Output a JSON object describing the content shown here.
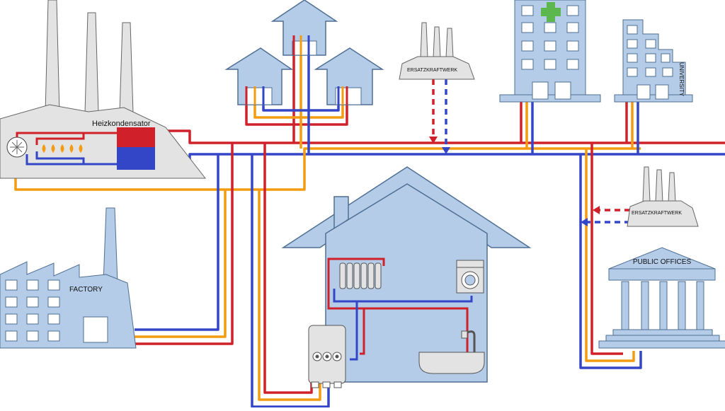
{
  "labels": {
    "condenser": "Heizkondensator",
    "reserve_plant_top": "ERSATZKRAFTWERK",
    "reserve_plant_right": "ERSATZKRAFTWERK",
    "factory": "FACTORY",
    "university": "UNIVERSITY",
    "public_offices": "PUBLIC OFFICES"
  },
  "colors": {
    "supply": "#d0202a",
    "return": "#3346c8",
    "hot_water": "#f39c12",
    "building": "#b4cce8",
    "building_stroke": "#4e6f93",
    "plant": "#e3e3e3",
    "plant_stroke": "#666666",
    "hospital_cross": "#5cb84e"
  }
}
